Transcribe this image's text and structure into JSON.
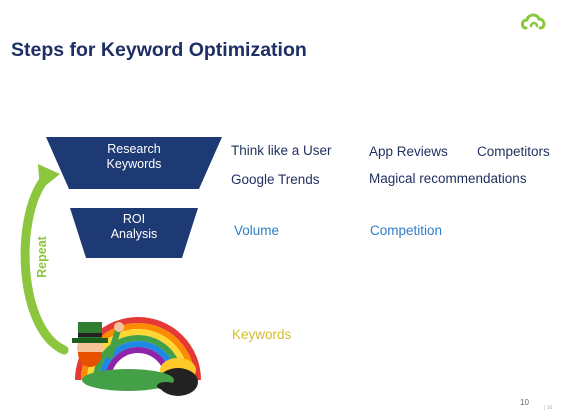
{
  "title": "Steps for Keyword Optimization",
  "funnel": {
    "stage1": "Research\nKeywords",
    "stage2": "ROI\nAnalysis"
  },
  "row1": {
    "col1": "Think like a User",
    "col2": "App Reviews",
    "col3": "Competitors"
  },
  "row2": {
    "col1": "Google Trends",
    "col2": "Magical recommendations"
  },
  "row3": {
    "col1": "Volume",
    "col2": "Competition"
  },
  "result": "Keywords",
  "repeat_label": "Repeat",
  "page_number": "10",
  "footer_mark": "| 10",
  "colors": {
    "title": "#1e2f63",
    "funnel": "#1e3a74",
    "dark_text": "#1f2f5e",
    "blue_text": "#2d7ec7",
    "yellow_text": "#d2bd2c",
    "green": "#8cc63e"
  },
  "icons": {
    "logo": "cloud-logo-icon",
    "arrow": "curved-repeat-arrow-icon",
    "art": "leprechaun-rainbow-illustration"
  }
}
